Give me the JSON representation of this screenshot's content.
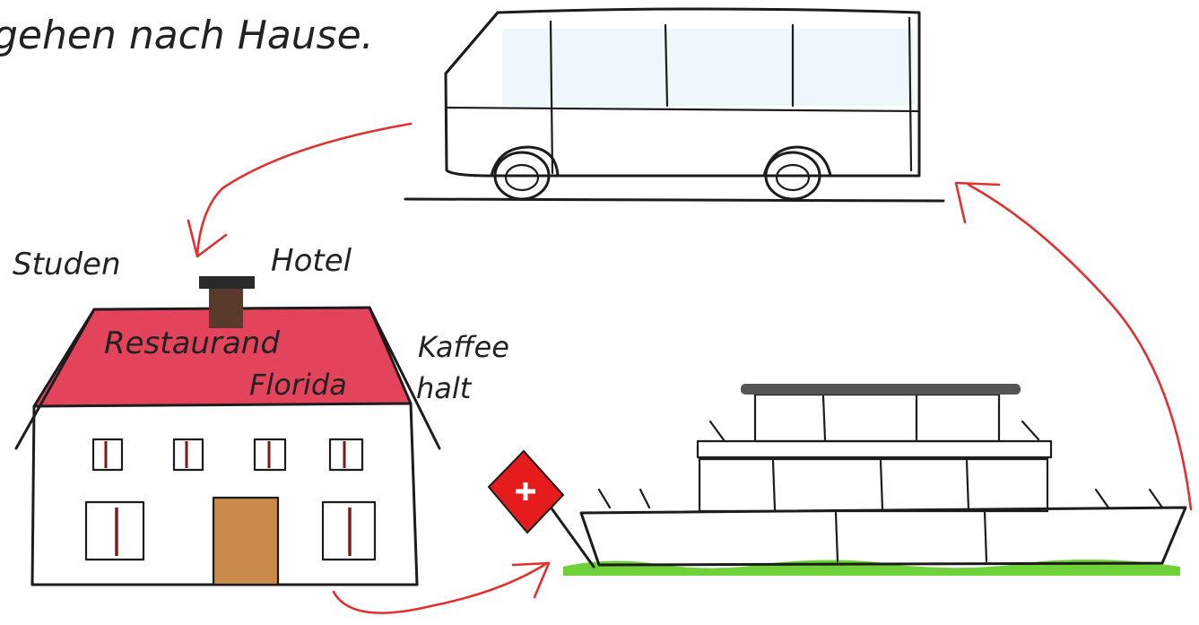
{
  "caption": "gehen nach Hause.",
  "labels": {
    "studen": "Studen",
    "hotel": "Hotel",
    "restaurant_line1": "Restaurand",
    "restaurant_line2": "Florida",
    "kaffee_line1": "Kaffee",
    "kaffee_line2": "halt"
  },
  "colors": {
    "roof": "#e0304a",
    "chimney": "#5a3a2c",
    "door": "#c98a4a",
    "window_bar": "#7a1a1a",
    "arrow": "#e03030",
    "flag": "#e61b1b",
    "water": "#6fd13a",
    "ship_upper_deck": "#555555",
    "glass_tint": "#cfe9f7"
  },
  "icons": {
    "flag": "swiss-flag-icon",
    "cross": "white-cross"
  }
}
